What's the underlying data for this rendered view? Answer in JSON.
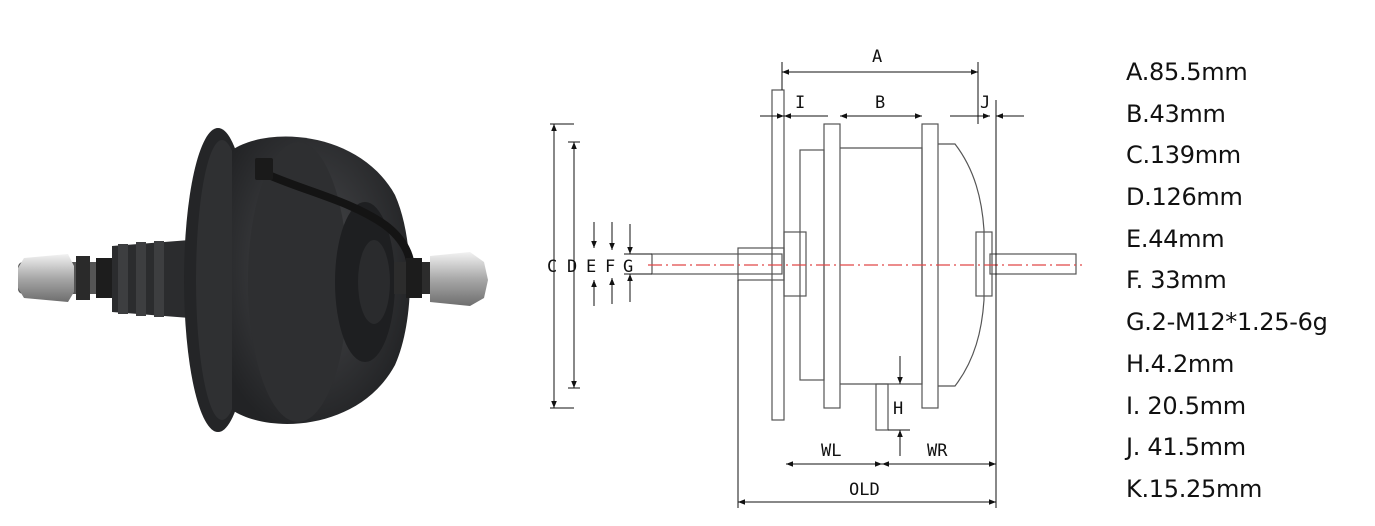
{
  "diagram": {
    "dimension_labels": {
      "A": "A",
      "B": "B",
      "C": "C",
      "D": "D",
      "E": "E",
      "F": "F",
      "G": "G",
      "H": "H",
      "I": "I",
      "J": "J",
      "WL": "WL",
      "WR": "WR",
      "OLD": "OLD"
    }
  },
  "specs": [
    "A.85.5mm",
    "B.43mm",
    "C.139mm",
    "D.126mm",
    "E.44mm",
    "F. 33mm",
    "G.2-M12*1.25-6g",
    "H.4.2mm",
    "I. 20.5mm",
    "J. 41.5mm",
    "K.15.25mm"
  ],
  "colors": {
    "motor_body": "#3a3b3d",
    "centerline": "#e04848",
    "line": "#555555"
  }
}
